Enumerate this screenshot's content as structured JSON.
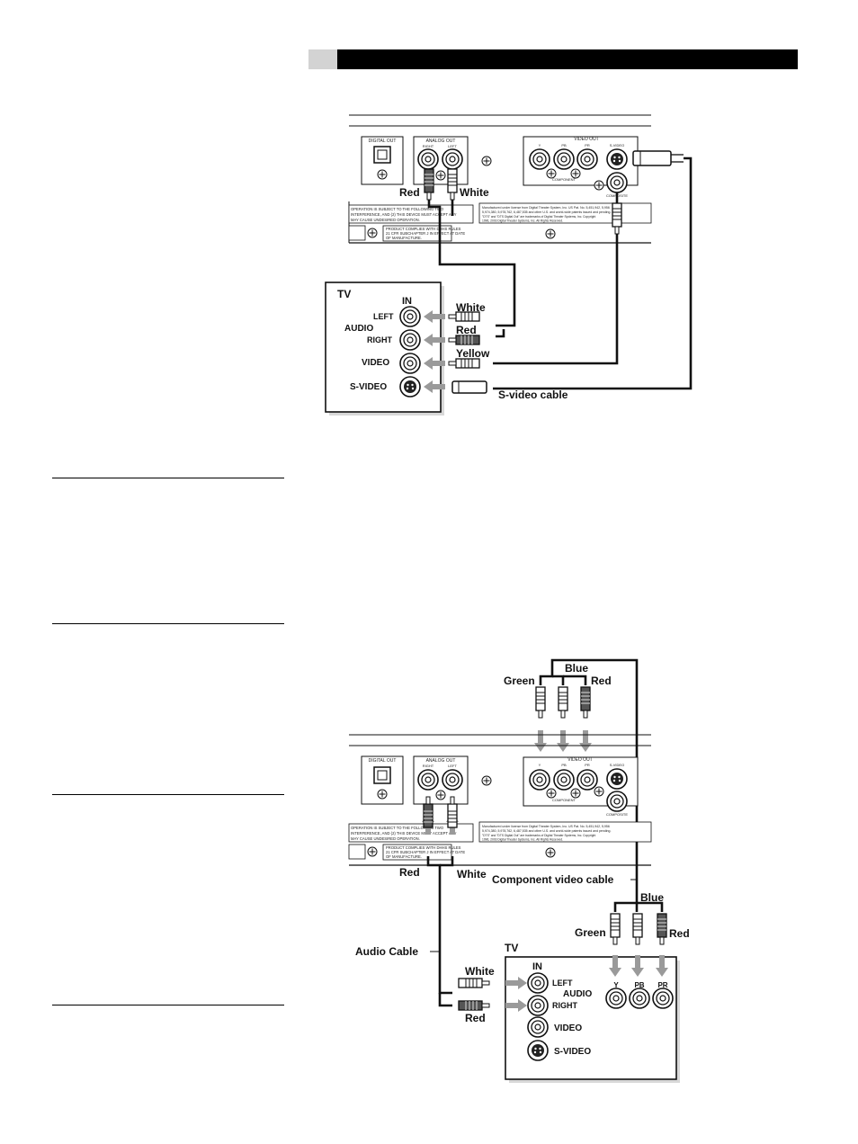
{
  "diagram1": {
    "player": {
      "digital_out": "DIGITAL OUT",
      "analog_out": "ANALOG OUT",
      "right": "RIGHT",
      "left": "LEFT",
      "video_out": "VIDEO OUT",
      "y": "Y",
      "pb": "PB",
      "pr": "PR",
      "svideo": "S-VIDEO",
      "component": "COMPONENT",
      "composite": "COMPOSITE",
      "fcc1": "OPERATION IS SUBJECT TO THE FOLLOWING TWO",
      "fcc2": "INTERFERENCE, AND (2) THIS DEVICE MUST ACCEPT ANY",
      "fcc3": "MAY CAUSE UNDESIRED OPERATION.",
      "license1": "Manufactured under license from Digital Theater System, Inc. US Pat. No. 5,451,942, 5,956",
      "license2": "5,974,380, 5,978,762, 6,487,535 and other U.S. and world-wide patents issued and pending.",
      "license3": "\"DTS\" and \"DTS Digital Out\" are trademarks of Digital Theater Systems, Inc. Copyright",
      "license4": "1996, 2003 Digital Theater Systems, Inc. All Rights Reserved.",
      "comply1": "PRODUCT COMPLIES WITH DHHS RULES",
      "comply2": "21 CFR SUBCHAPTER J IN EFFECT AT DATE",
      "comply3": "OF MANUFACTURE."
    },
    "red": "Red",
    "white_top": "White",
    "tv": {
      "title": "TV",
      "in": "IN",
      "left": "LEFT",
      "audio": "AUDIO",
      "right": "RIGHT",
      "video": "VIDEO",
      "svideo": "S-VIDEO"
    },
    "white": "White",
    "red2": "Red",
    "yellow": "Yellow",
    "svideo_cable": "S-video cable"
  },
  "diagram2": {
    "green": "Green",
    "blue": "Blue",
    "red_top": "Red",
    "player": {
      "digital_out": "DIGITAL OUT",
      "analog_out": "ANALOG OUT",
      "right": "RIGHT",
      "left": "LEFT",
      "video_out": "VIDEO OUT",
      "y": "Y",
      "pb": "PB",
      "pr": "PR",
      "svideo": "S-VIDEO",
      "component": "COMPONENT",
      "composite": "COMPOSITE",
      "fcc1": "OPERATION IS SUBJECT TO THE FOLLOWING TWO",
      "fcc2": "INTERFERENCE, AND (2) THIS DEVICE MUST ACCEPT ANY",
      "fcc3": "MAY CAUSE UNDESIRED OPERATION.",
      "license1": "Manufactured under license from Digital Theater System, Inc. US Pat. No. 5,451,942, 5,956",
      "license2": "5,974,380, 5,978,762, 6,487,535 and other U.S. and world-wide patents issued and pending.",
      "license3": "\"DTS\" and \"DTS Digital Out\" are trademarks of Digital Theater Systems, Inc. Copyright",
      "license4": "1996, 2003 Digital Theater Systems, Inc. All Rights Reserved.",
      "comply1": "PRODUCT COMPLIES WITH DHHS RULES",
      "comply2": "21 CFR SUBCHAPTER J IN EFFECT AT DATE",
      "comply3": "OF MANUFACTURE."
    },
    "red": "Red",
    "white": "White",
    "component_cable": "Component video cable",
    "blue2": "Blue",
    "green2": "Green",
    "red2": "Red",
    "audio_cable": "Audio Cable",
    "tv": {
      "title": "TV",
      "in": "IN",
      "left": "LEFT",
      "audio": "AUDIO",
      "right": "RIGHT",
      "video": "VIDEO",
      "svideo": "S-VIDEO",
      "y": "Y",
      "pb": "PB",
      "pr": "PR"
    },
    "white_in": "White",
    "red_in": "Red"
  }
}
